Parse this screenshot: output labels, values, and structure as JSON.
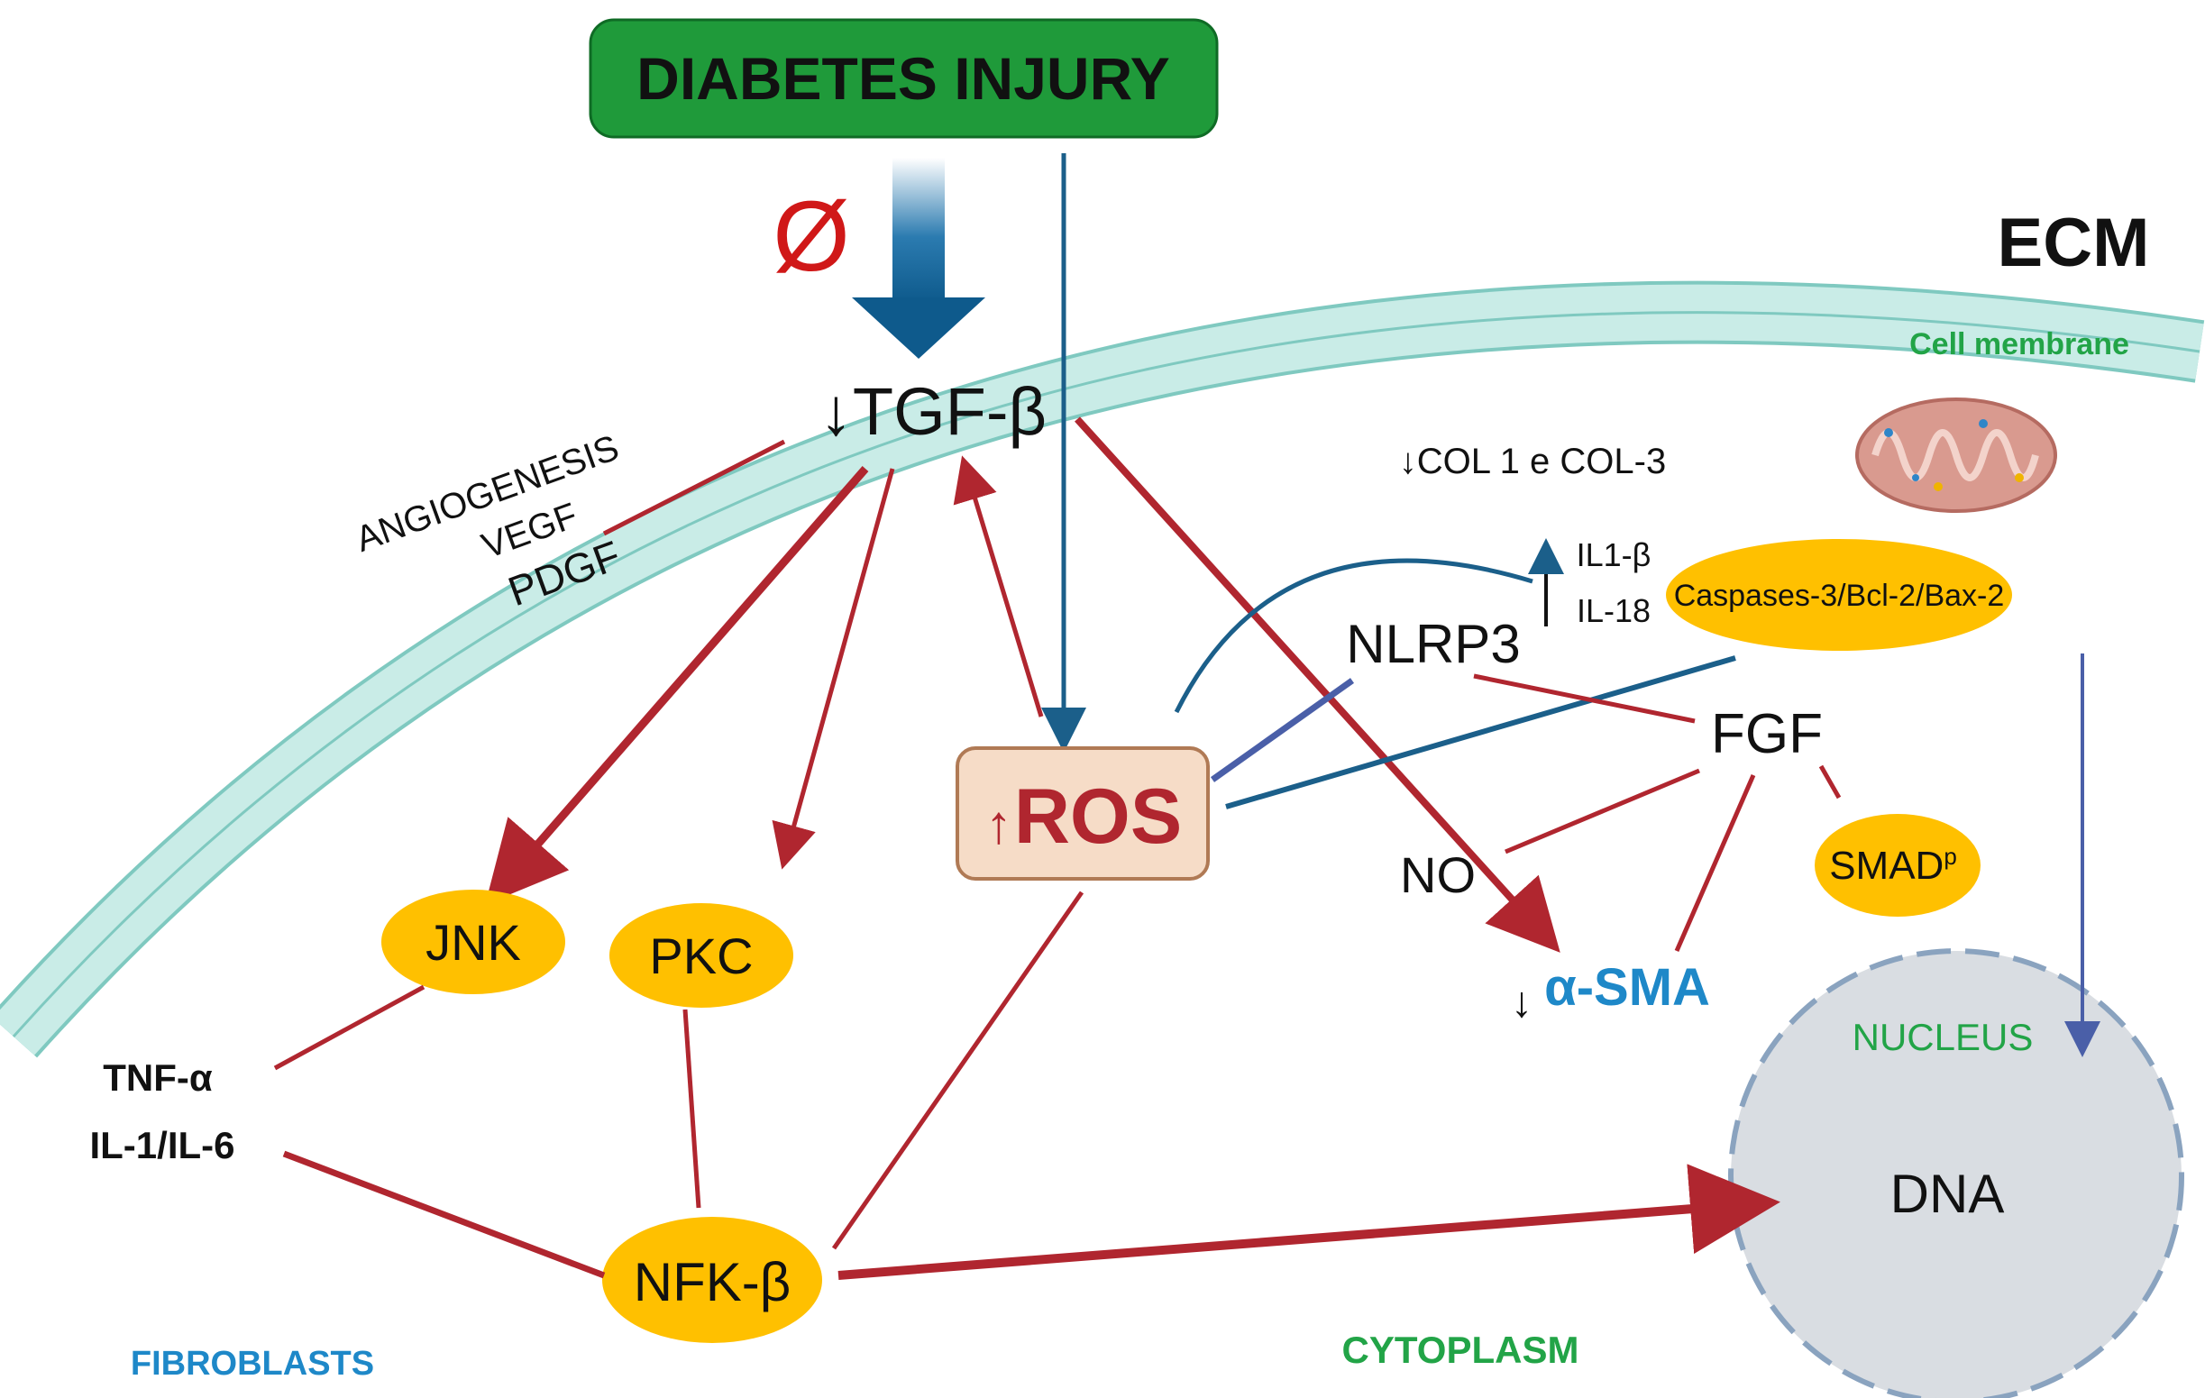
{
  "title": "DIABETES INJURY",
  "regions": {
    "ecm": "ECM",
    "cell_membrane": "Cell membrane",
    "cytoplasm": "CYTOPLASM",
    "fibroblasts": "FIBROBLASTS",
    "nucleus": "NUCLEUS"
  },
  "nodes": {
    "inhibition_symbol": "Ø",
    "tgf_beta": "↓TGF-β",
    "angiogenesis": [
      "ANGIOGENESIS",
      "VEGF",
      "PDGF"
    ],
    "ros_arrow": "↑",
    "ros": "ROS",
    "col": "↓COL 1 e COL-3",
    "il1b": "IL1-β",
    "il18": "IL-18",
    "nlrp3": "NLRP3",
    "caspases": "Caspases-3/Bcl-2/Bax-2",
    "fgf": "FGF",
    "no": "NO",
    "smad": "SMAD",
    "smad_sup": "p",
    "alpha_sma_arrow": "↓",
    "alpha_sma": "α-SMA",
    "jnk": "JNK",
    "pkc": "PKC",
    "tnf": "TNF-α",
    "il16": "IL-1/IL-6",
    "nfk": "NFK-β",
    "dna": "DNA"
  },
  "colors": {
    "title_fill": "#1f9a3a",
    "title_text": "#111111",
    "membrane": "#bfe6e1",
    "membrane_edge": "#7fc9c0",
    "red_arrow": "#b0262f",
    "blue_arrow": "#1b5f8a",
    "node_fill": "#ffc000",
    "ros_fill": "#f6dcc7",
    "ros_text": "#b0262f",
    "nucleus_fill": "#d9dde2",
    "nucleus_edge": "#8aa3bf",
    "green_label": "#22a447",
    "blue_label": "#1e88c8"
  }
}
